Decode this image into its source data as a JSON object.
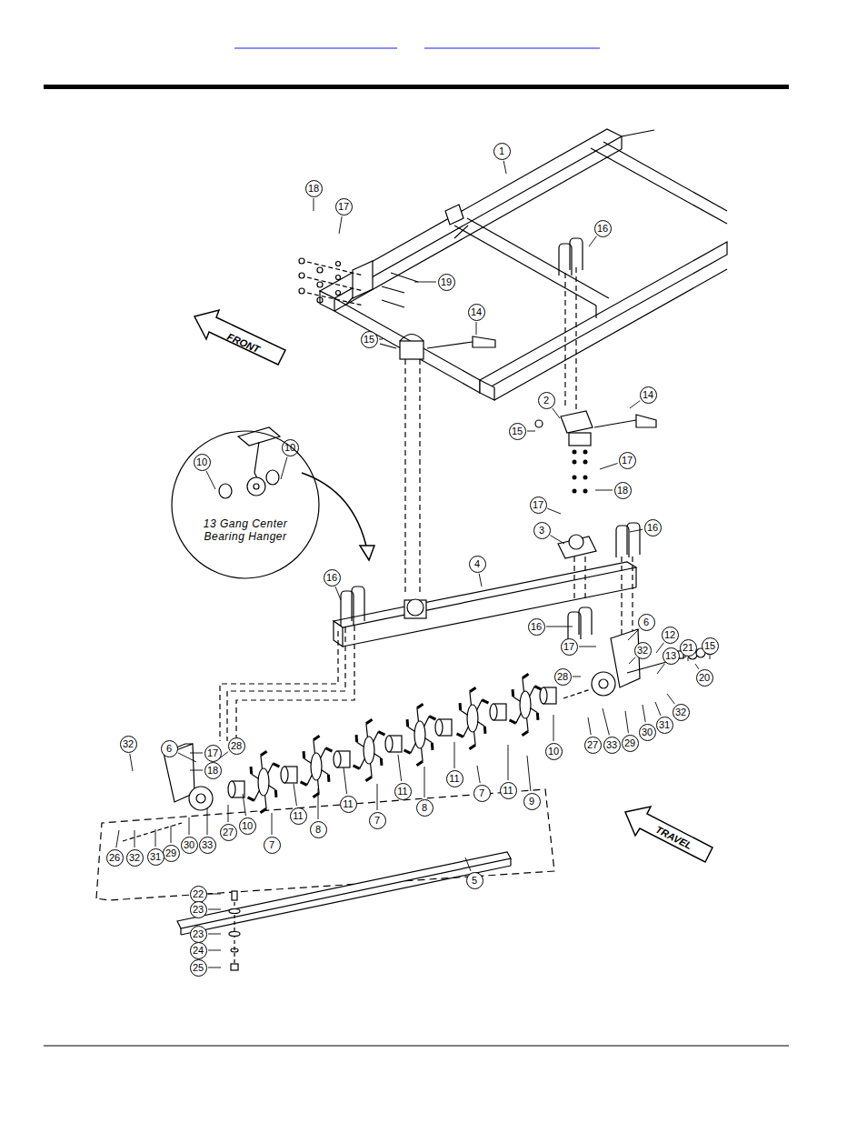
{
  "diagram": {
    "nodes": [
      {
        "text": [
          "13 Gang Center Bearing Hanger"
        ]
      }
    ],
    "labels": [
      "18",
      "17",
      "1",
      "16",
      "19",
      "14",
      "15",
      "10",
      "10",
      "14",
      "2",
      "15",
      "17",
      "18",
      "17",
      "16",
      "3",
      "4",
      "16",
      "16",
      "6",
      "12",
      "15",
      "21",
      "13",
      "17",
      "32",
      "20",
      "28",
      "6",
      "17",
      "18",
      "28",
      "32",
      "27",
      "33",
      "29",
      "30",
      "31",
      "32",
      "10",
      "9",
      "11",
      "7",
      "11",
      "8",
      "11",
      "7",
      "11",
      "8",
      "11",
      "10",
      "7",
      "27",
      "33",
      "30",
      "29",
      "31",
      "32",
      "26",
      "5",
      "22",
      "23",
      "23",
      "24",
      "25",
      "FRONT",
      "TRAVEL"
    ]
  }
}
